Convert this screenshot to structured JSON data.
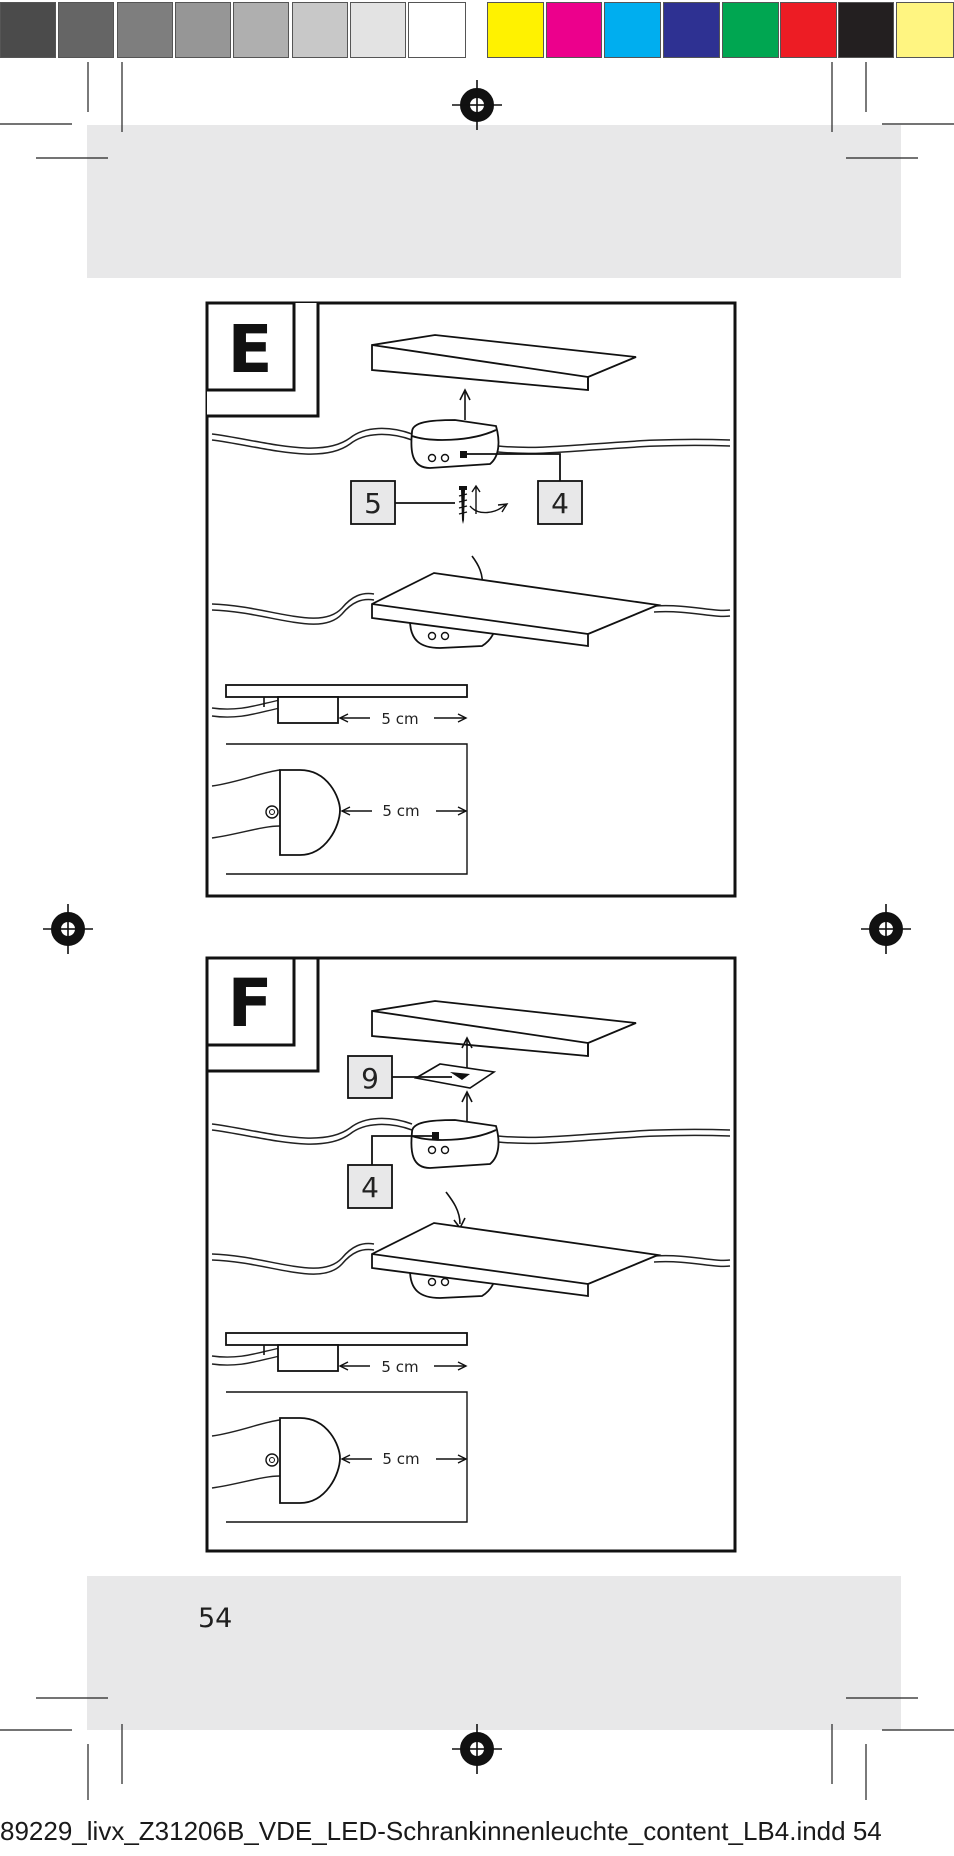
{
  "colors": {
    "band": "#e8e8e9",
    "greys": [
      "#4b4b4b",
      "#656565",
      "#7e7e7e",
      "#969696",
      "#afafaf",
      "#c8c8c8",
      "#e3e3e3",
      "#ffffff"
    ],
    "process": [
      "#fff200",
      "#ec008c",
      "#00aeef",
      "#2e3192",
      "#00a651",
      "#ed1c24",
      "#231f20",
      "#fff581"
    ]
  },
  "figure_e": {
    "letter": "E",
    "callouts": [
      "5",
      "4"
    ],
    "dim_side": "5 cm",
    "dim_top": "5 cm"
  },
  "figure_f": {
    "letter": "F",
    "callouts": [
      "9",
      "4"
    ],
    "dim_side": "5 cm",
    "dim_top": "5 cm"
  },
  "page_number": "54",
  "slug_line": "89229_livx_Z31206B_VDE_LED-Schrankinnenleuchte_content_LB4.indd 54"
}
